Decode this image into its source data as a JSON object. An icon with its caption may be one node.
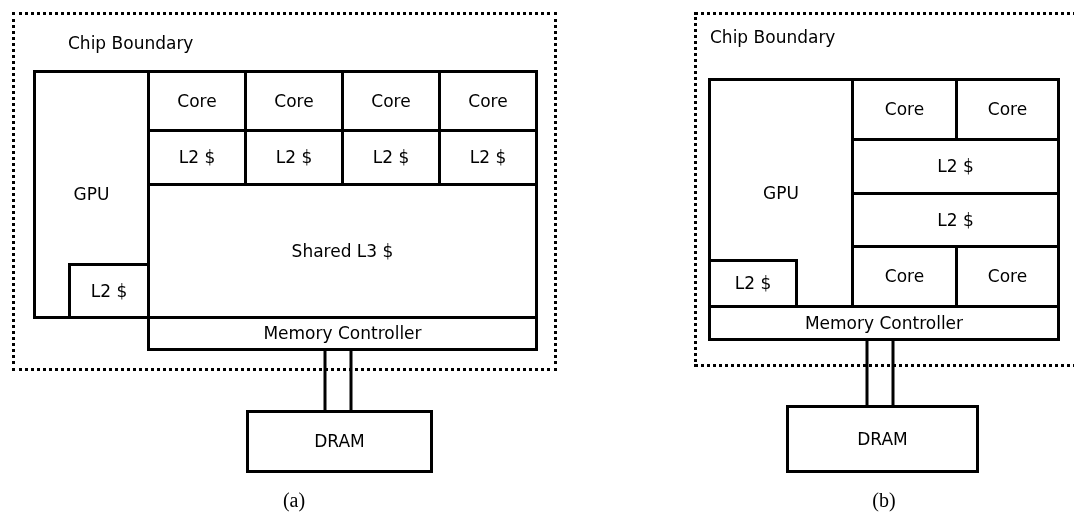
{
  "diagram": {
    "nodes": [
      {
        "text": [
          "Chip Boundary"
        ]
      },
      {
        "text": [
          "GPU"
        ],
        "in": 0
      },
      {
        "text": [
          "L2 $"
        ],
        "in": 1
      },
      {
        "text": [
          "Core"
        ],
        "in": 0
      },
      {
        "text": [
          "Core"
        ],
        "in": 0
      },
      {
        "text": [
          "Core"
        ],
        "in": 0
      },
      {
        "text": [
          "Core"
        ],
        "in": 0
      },
      {
        "text": [
          "L2 $"
        ],
        "in": 0
      },
      {
        "text": [
          "L2 $"
        ],
        "in": 0
      },
      {
        "text": [
          "L2 $"
        ],
        "in": 0
      },
      {
        "text": [
          "L2 $"
        ],
        "in": 0
      },
      {
        "text": [
          "Shared L3 $"
        ],
        "in": 0
      },
      {
        "text": [
          "Memory Controller"
        ],
        "in": 0
      },
      {
        "text": [
          "DRAM"
        ]
      },
      {
        "text": [
          "Chip Boundary"
        ]
      },
      {
        "text": [
          "GPU"
        ],
        "in": 14
      },
      {
        "text": [
          "L2 $"
        ],
        "in": 15
      },
      {
        "text": [
          "Core"
        ],
        "in": 14
      },
      {
        "text": [
          "Core"
        ],
        "in": 14
      },
      {
        "text": [
          "L2 $"
        ],
        "in": 14
      },
      {
        "text": [
          "L2 $"
        ],
        "in": 14
      },
      {
        "text": [
          "Core"
        ],
        "in": 14
      },
      {
        "text": [
          "Core"
        ],
        "in": 14
      },
      {
        "text": [
          "Memory Controller"
        ],
        "in": 14
      },
      {
        "text": [
          "DRAM"
        ]
      }
    ],
    "edges": [
      {
        "from": 12,
        "to": 13,
        "arrow": "none"
      },
      {
        "from": 23,
        "to": 24,
        "arrow": "none"
      }
    ],
    "labels": [
      "(a)",
      "(b)"
    ]
  }
}
